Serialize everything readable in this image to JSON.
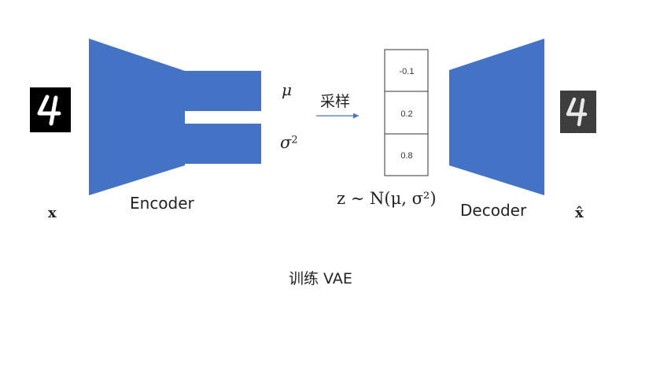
{
  "encoder": {
    "label": "Encoder",
    "mu_label": "μ",
    "sigma_symbol": "σ",
    "sigma_exp": "2"
  },
  "decoder": {
    "label": "Decoder"
  },
  "sampling": {
    "label": "采样"
  },
  "latent": {
    "values": [
      "-0.1",
      "0.2",
      "0.8"
    ],
    "formula": "z ∼ N(μ, σ²)"
  },
  "input": {
    "label": "x",
    "digit": "4"
  },
  "output": {
    "label": "x̂",
    "digit": "4"
  },
  "caption": "训练 VAE",
  "colors": {
    "block_fill": "#4472C4",
    "arrow": "#4472C4",
    "cell_stroke": "#333333"
  }
}
